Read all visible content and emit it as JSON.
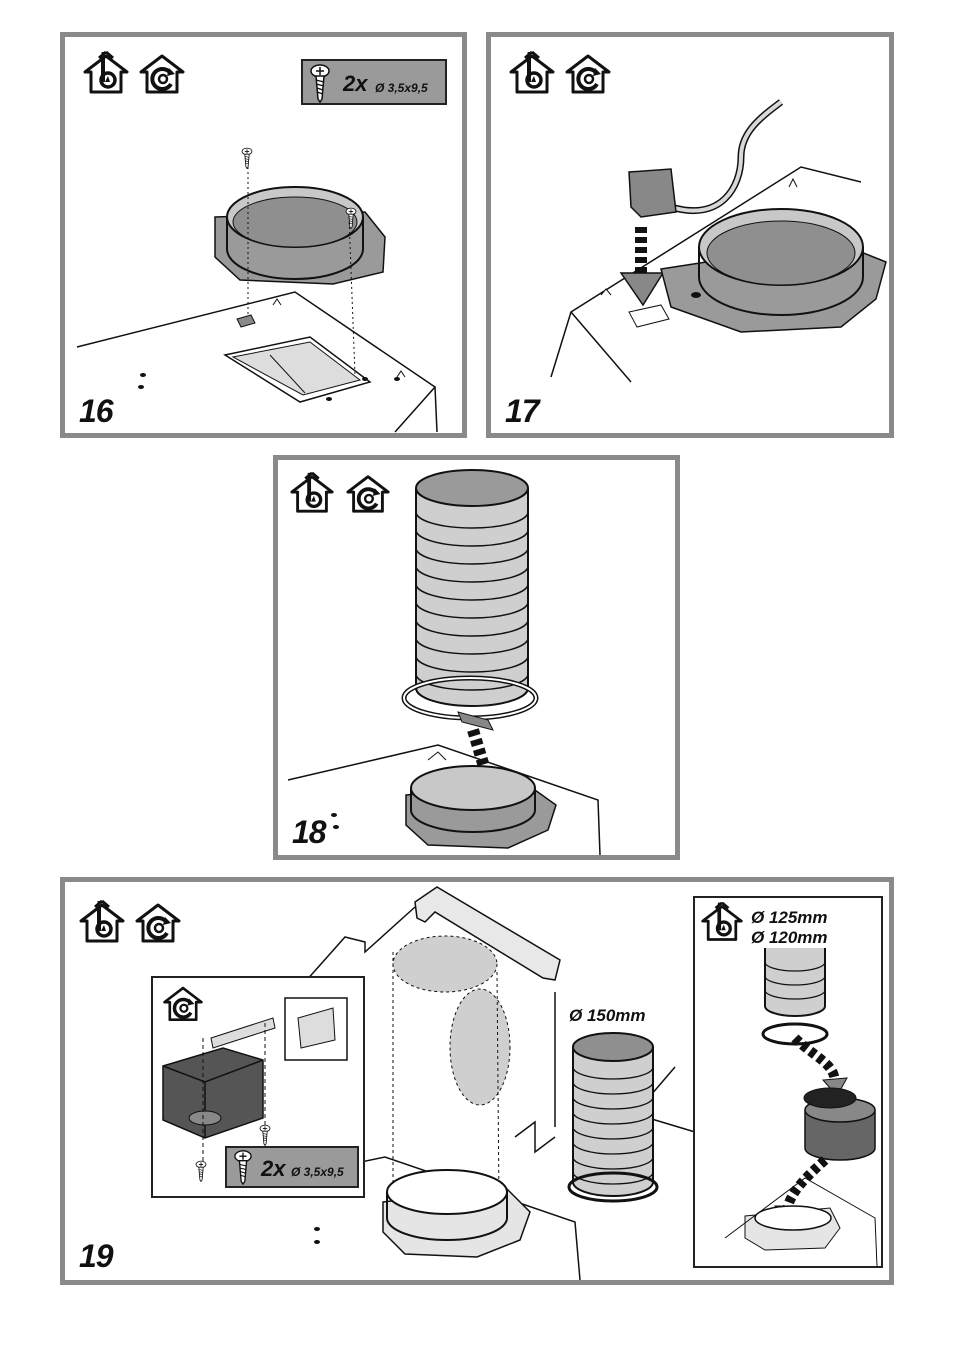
{
  "steps": [
    {
      "number": "16",
      "screws": {
        "qty": "2x",
        "spec": "Ø 3,5x9,5"
      }
    },
    {
      "number": "17"
    },
    {
      "number": "18"
    },
    {
      "number": "19",
      "screws": {
        "qty": "2x",
        "spec": "Ø 3,5x9,5"
      },
      "duct_diameter": "Ø 150mm",
      "inset_diameters": [
        "Ø 125mm",
        "Ø 120mm"
      ]
    }
  ],
  "icons": [
    "ducted-mode-icon",
    "recirculating-mode-icon"
  ],
  "colors": {
    "frame": "#8a8a8a",
    "accent_gray": "#9a9a9a",
    "dark": "#222222"
  }
}
